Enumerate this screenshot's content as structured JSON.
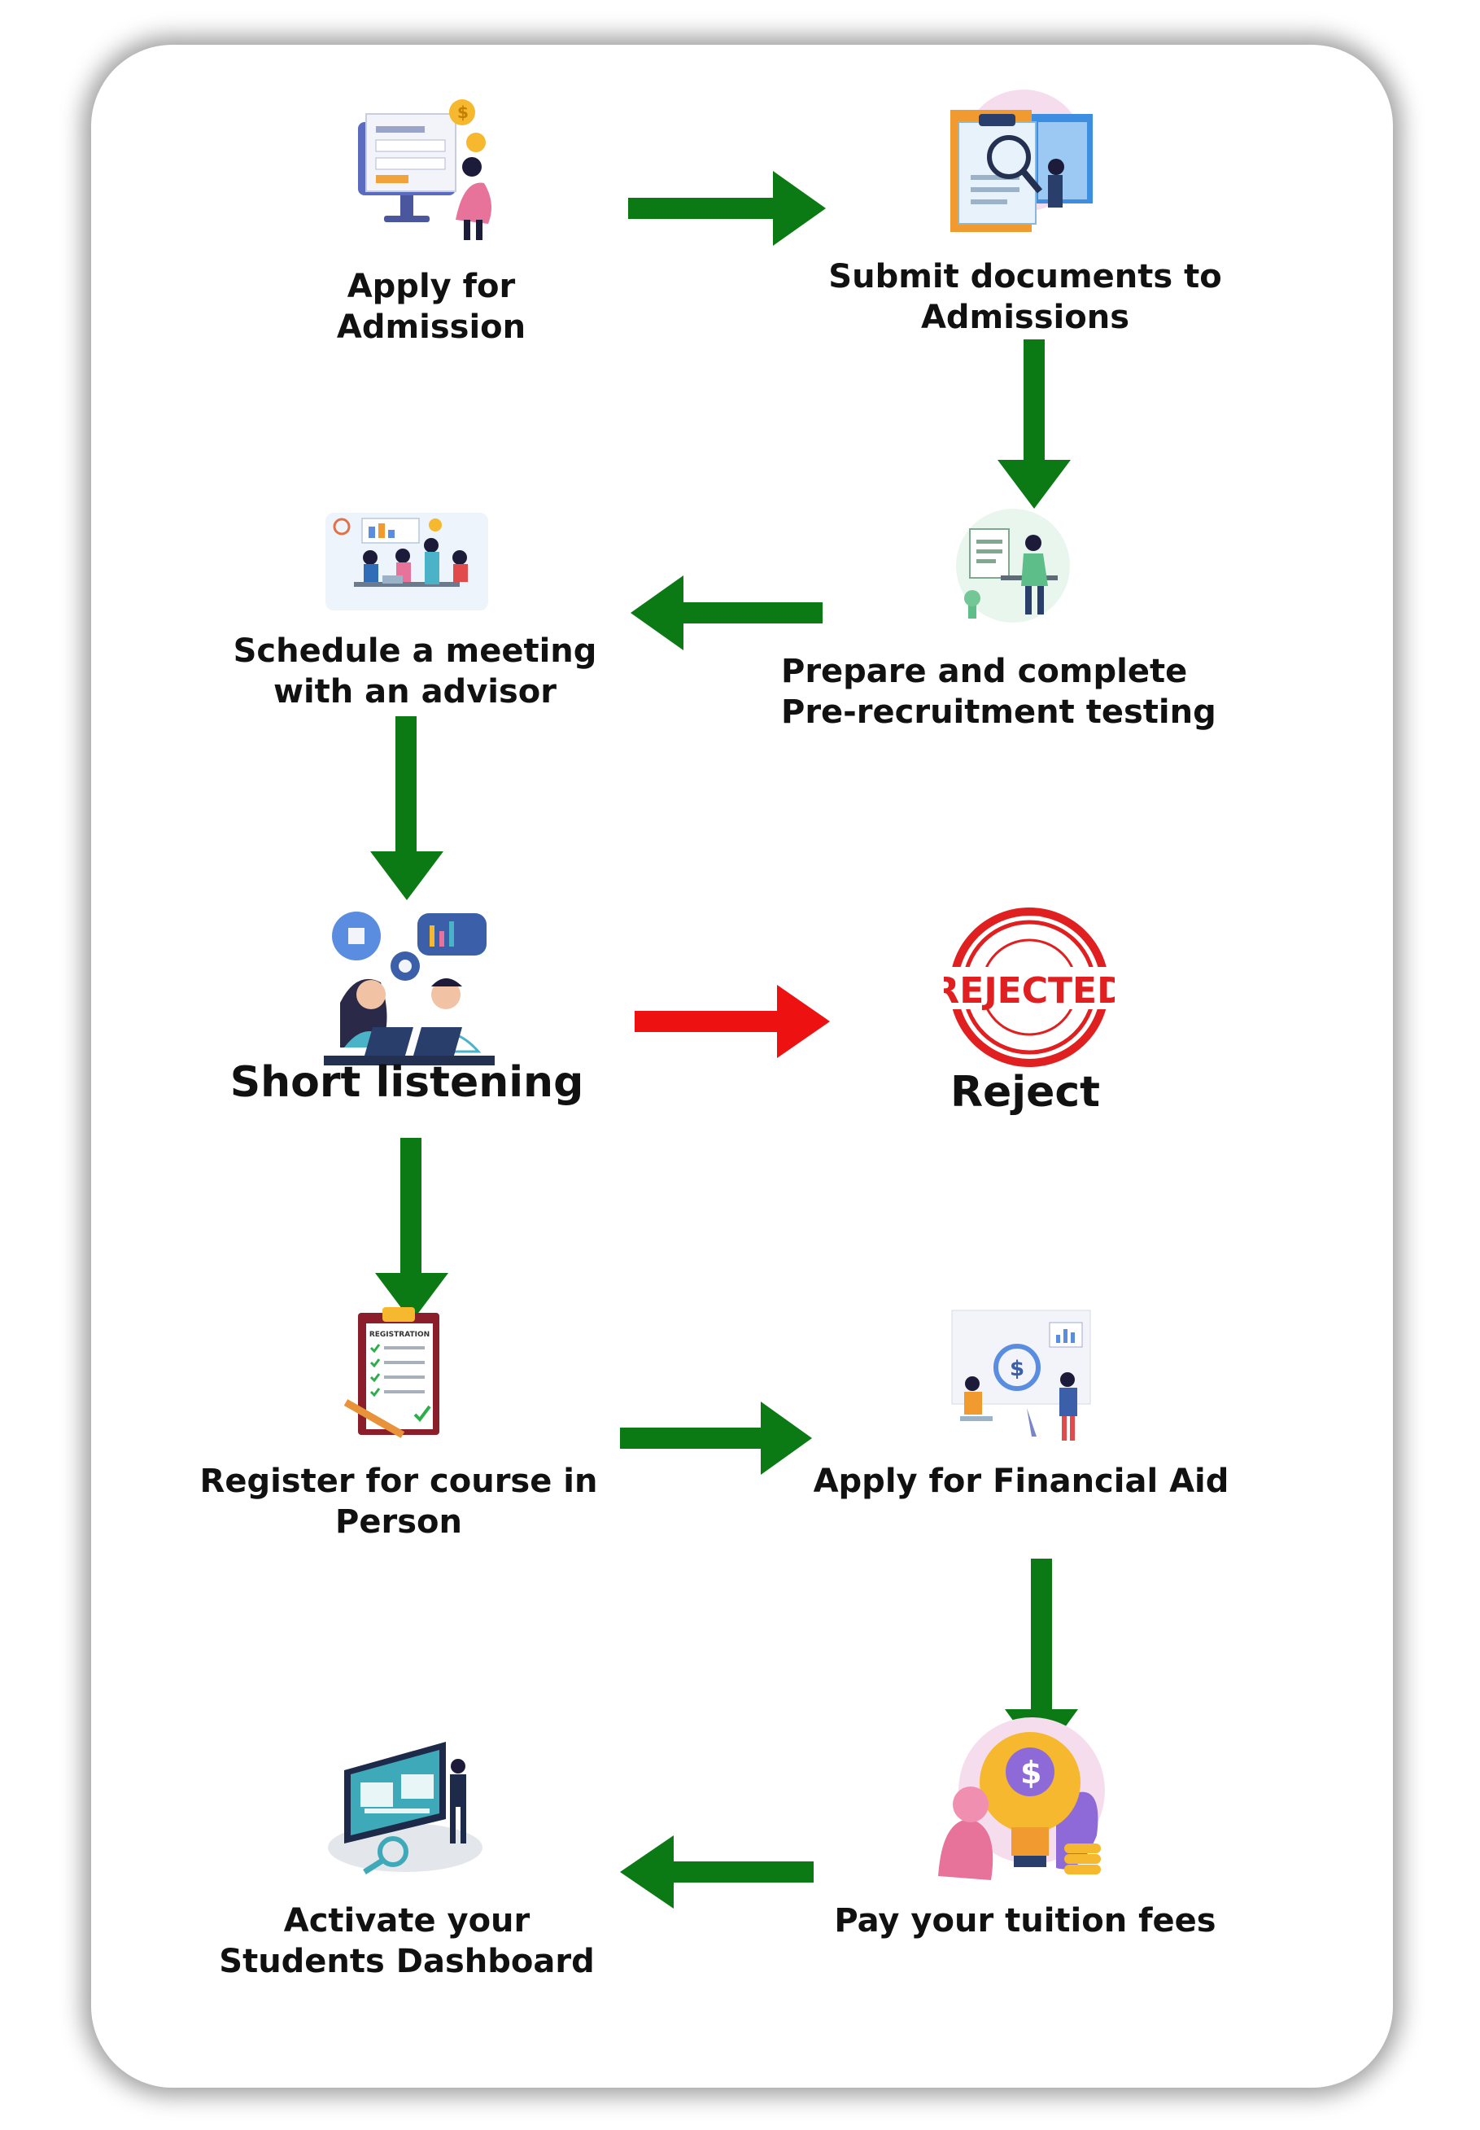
{
  "colors": {
    "forward_arrow": "#0B7A14",
    "reject_arrow": "#EE1111",
    "stamp": "#E02020"
  },
  "steps": [
    {
      "id": "apply",
      "label": "Apply for Admission",
      "icon": "online-application-icon"
    },
    {
      "id": "documents",
      "label": "Submit documents to\nAdmissions",
      "icon": "documents-magnifier-icon"
    },
    {
      "id": "testing",
      "label": "Prepare and complete\nPre-recruitment  testing",
      "icon": "person-at-desk-icon"
    },
    {
      "id": "meeting",
      "label": "Schedule a meeting\nwith an advisor",
      "icon": "team-meeting-icon"
    },
    {
      "id": "listening",
      "label": "Short listening",
      "icon": "two-people-laptops-icon"
    },
    {
      "id": "reject",
      "label": "Reject",
      "icon": "rejected-stamp-icon",
      "stamp_text": "REJECTED"
    },
    {
      "id": "register",
      "label": "Register for course in\nPerson",
      "icon": "registration-clipboard-icon",
      "form_title": "REGISTRATION"
    },
    {
      "id": "aid",
      "label": "Apply for Financial Aid",
      "icon": "financial-aid-icon"
    },
    {
      "id": "pay",
      "label": "Pay your tuition fees",
      "icon": "lightbulb-dollar-icon"
    },
    {
      "id": "dashboard",
      "label": "Activate your\nStudents Dashboard",
      "icon": "dashboard-screen-icon"
    }
  ],
  "connections": [
    {
      "from": "apply",
      "to": "documents",
      "type": "forward"
    },
    {
      "from": "documents",
      "to": "testing",
      "type": "forward"
    },
    {
      "from": "testing",
      "to": "meeting",
      "type": "forward"
    },
    {
      "from": "meeting",
      "to": "listening",
      "type": "forward"
    },
    {
      "from": "listening",
      "to": "reject",
      "type": "reject"
    },
    {
      "from": "listening",
      "to": "register",
      "type": "forward"
    },
    {
      "from": "register",
      "to": "aid",
      "type": "forward"
    },
    {
      "from": "aid",
      "to": "pay",
      "type": "forward"
    },
    {
      "from": "pay",
      "to": "dashboard",
      "type": "forward"
    }
  ]
}
